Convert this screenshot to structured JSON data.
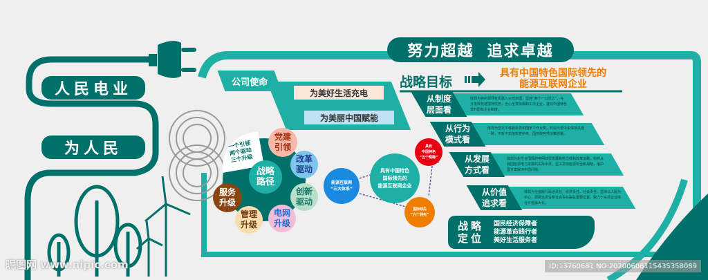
{
  "left": {
    "slogan1": "人民电业",
    "slogan2": "为人民"
  },
  "banner": {
    "title": "努力超越  追求卓越"
  },
  "mission": {
    "label": "公司使命",
    "items": [
      "为美好生活充电",
      "为美丽中国赋能"
    ]
  },
  "strategy_path": {
    "center": "战略\n路径",
    "fan": "一个引领\n两个驱动\n三个升级",
    "petals": [
      "党建\n引领",
      "改革\n驱动",
      "创新\n驱动",
      "电网\n升级",
      "管理\n升级",
      "服务\n升级"
    ]
  },
  "network": {
    "left": "能源互联网\n“三大体系”",
    "center": "具有中国特色\n国际领先的\n能源互联网企业",
    "top": "具有\n中国特色\n“五个明确”",
    "bottom": "国际领先\n“六个领先”"
  },
  "goal": {
    "label": "战略目标",
    "text": "具有中国特色国际领先的\n能源互联网企业"
  },
  "perspectives": [
    {
      "title": "从制度\n层面看",
      "desc": "体现为党的领导有机融入公司治理，坚持“两个一以贯之”，充分发挥党建独特优势，全心全意依靠职工办企业，建成中国特色现代国有企业制度。"
    },
    {
      "title": "从行为\n模式看",
      "desc": "体现为坚定不移服务党和国家工作大局，时刻与党中央保持高度一致，不折不扣落实党中央、国务院各项决策部署。"
    },
    {
      "title": "从发展\n方式看",
      "desc": "体现为走符合国情的电网转型发展和电力体制改革道路，始终从我国能源电力发展的实际出发，坚决贯彻能源安全新战略，用中国方案解决中国问题。"
    },
    {
      "title": "从价值\n追求看",
      "desc": "体现为全面履行政治责任、经济责任、社会责任，坚持以人民为中心，把政治责任和社会责任摆在重要位置，致力于实现企业综合价值最大化。"
    }
  ],
  "positioning": {
    "label": "战略\n定位",
    "items": [
      "国民经济保障者",
      "能源革命践行者",
      "美好生活服务者"
    ]
  },
  "watermark": {
    "site": "昵图网 www.nipic.com",
    "id": "ID:13760681 NO:20200608115435358089"
  },
  "colors": {
    "dark_teal": "#00706a",
    "teal": "#1fb0a5",
    "orange": "#ef7d00",
    "red": "#e60012"
  }
}
